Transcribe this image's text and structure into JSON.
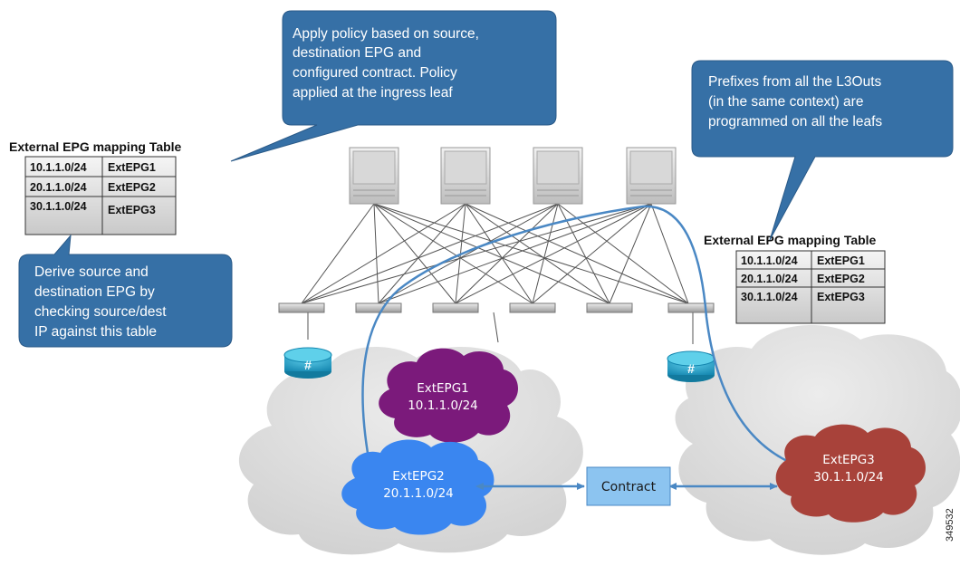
{
  "callouts": {
    "top_center": [
      "Apply policy based on source,",
      "destination EPG and",
      "configured contract. Policy",
      "applied at the ingress leaf"
    ],
    "top_right": [
      "Prefixes from all the L3Outs",
      "(in the same context) are",
      "programmed on all the leafs"
    ],
    "left": [
      "Derive source and",
      "destination EPG by",
      "checking source/dest",
      "IP against this table"
    ]
  },
  "left_table": {
    "title": "External EPG mapping Table",
    "rows": [
      {
        "prefix": "10.1.1.0/24",
        "epg": "ExtEPG1"
      },
      {
        "prefix": "20.1.1.0/24",
        "epg": "ExtEPG2"
      },
      {
        "prefix": "30.1.1.0/24",
        "epg": "ExtEPG3"
      }
    ]
  },
  "right_table": {
    "title": "External EPG mapping Table",
    "rows": [
      {
        "prefix": "10.1.1.0/24",
        "epg": "ExtEPG1"
      },
      {
        "prefix": "20.1.1.0/24",
        "epg": "ExtEPG2"
      },
      {
        "prefix": "30.1.1.0/24",
        "epg": "ExtEPG3"
      }
    ]
  },
  "clouds": {
    "epg1": {
      "name": "ExtEPG1",
      "prefix": "10.1.1.0/24",
      "color": "#7b1a7b"
    },
    "epg2": {
      "name": "ExtEPG2",
      "prefix": "20.1.1.0/24",
      "color": "#3a86f0"
    },
    "epg3": {
      "name": "ExtEPG3",
      "prefix": "30.1.1.0/24",
      "color": "#a8423a"
    }
  },
  "contract": {
    "label": "Contract"
  },
  "figure_id": "349532",
  "colors": {
    "callout": "#3670a6",
    "path": "#4a88c4",
    "router": "#1fa0c8"
  }
}
